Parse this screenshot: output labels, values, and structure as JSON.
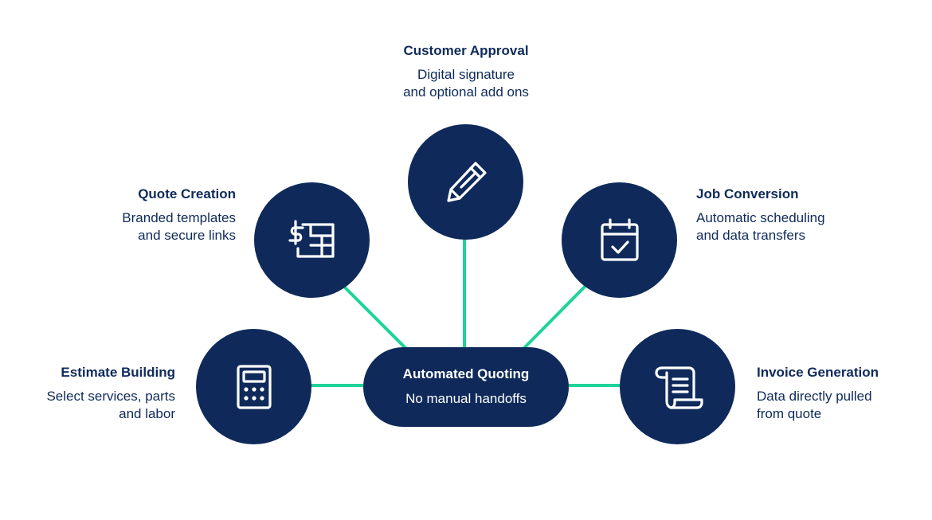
{
  "colors": {
    "node": "#0f2a5a",
    "connector": "#1ed39a",
    "text": "#0f2a5a",
    "background": "#ffffff"
  },
  "hub": {
    "title": "Automated Quoting",
    "subtitle": "No manual handoffs"
  },
  "steps": {
    "estimate": {
      "title": "Estimate Building",
      "desc": "Select services, parts\nand labor",
      "icon": "calculator-icon"
    },
    "quote": {
      "title": "Quote Creation",
      "desc": "Branded templates\nand secure links",
      "icon": "quote-document-icon"
    },
    "approval": {
      "title": "Customer Approval",
      "desc": "Digital signature\nand optional add ons",
      "icon": "pencil-icon"
    },
    "job": {
      "title": "Job Conversion",
      "desc": "Automatic scheduling\nand data transfers",
      "icon": "calendar-check-icon"
    },
    "invoice": {
      "title": "Invoice Generation",
      "desc": "Data directly pulled\nfrom quote",
      "icon": "scroll-icon"
    }
  }
}
